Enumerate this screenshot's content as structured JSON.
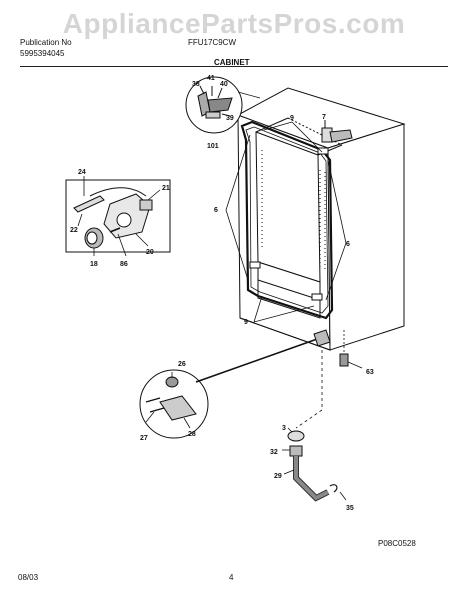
{
  "watermark": "AppliancePartsPros.com",
  "header": {
    "left_line1": "Publication No",
    "left_line2": "5995394045",
    "center": "FFU17C9CW",
    "section": "CABINET"
  },
  "footer": {
    "date": "08/03",
    "page": "4",
    "code": "P08C0528"
  },
  "callouts": {
    "c38": "38",
    "c41": "41",
    "c40": "40",
    "c39": "39",
    "c101": "101",
    "c9a": "9",
    "c7": "7",
    "c24": "24",
    "c21": "21",
    "c22": "22",
    "c6a": "6",
    "c6b": "6",
    "c20": "20",
    "c18": "18",
    "c86": "86",
    "c9b": "9",
    "c26": "26",
    "c63": "63",
    "c27": "27",
    "c28": "28",
    "c3": "3",
    "c32": "32",
    "c29": "29",
    "c35": "35"
  }
}
